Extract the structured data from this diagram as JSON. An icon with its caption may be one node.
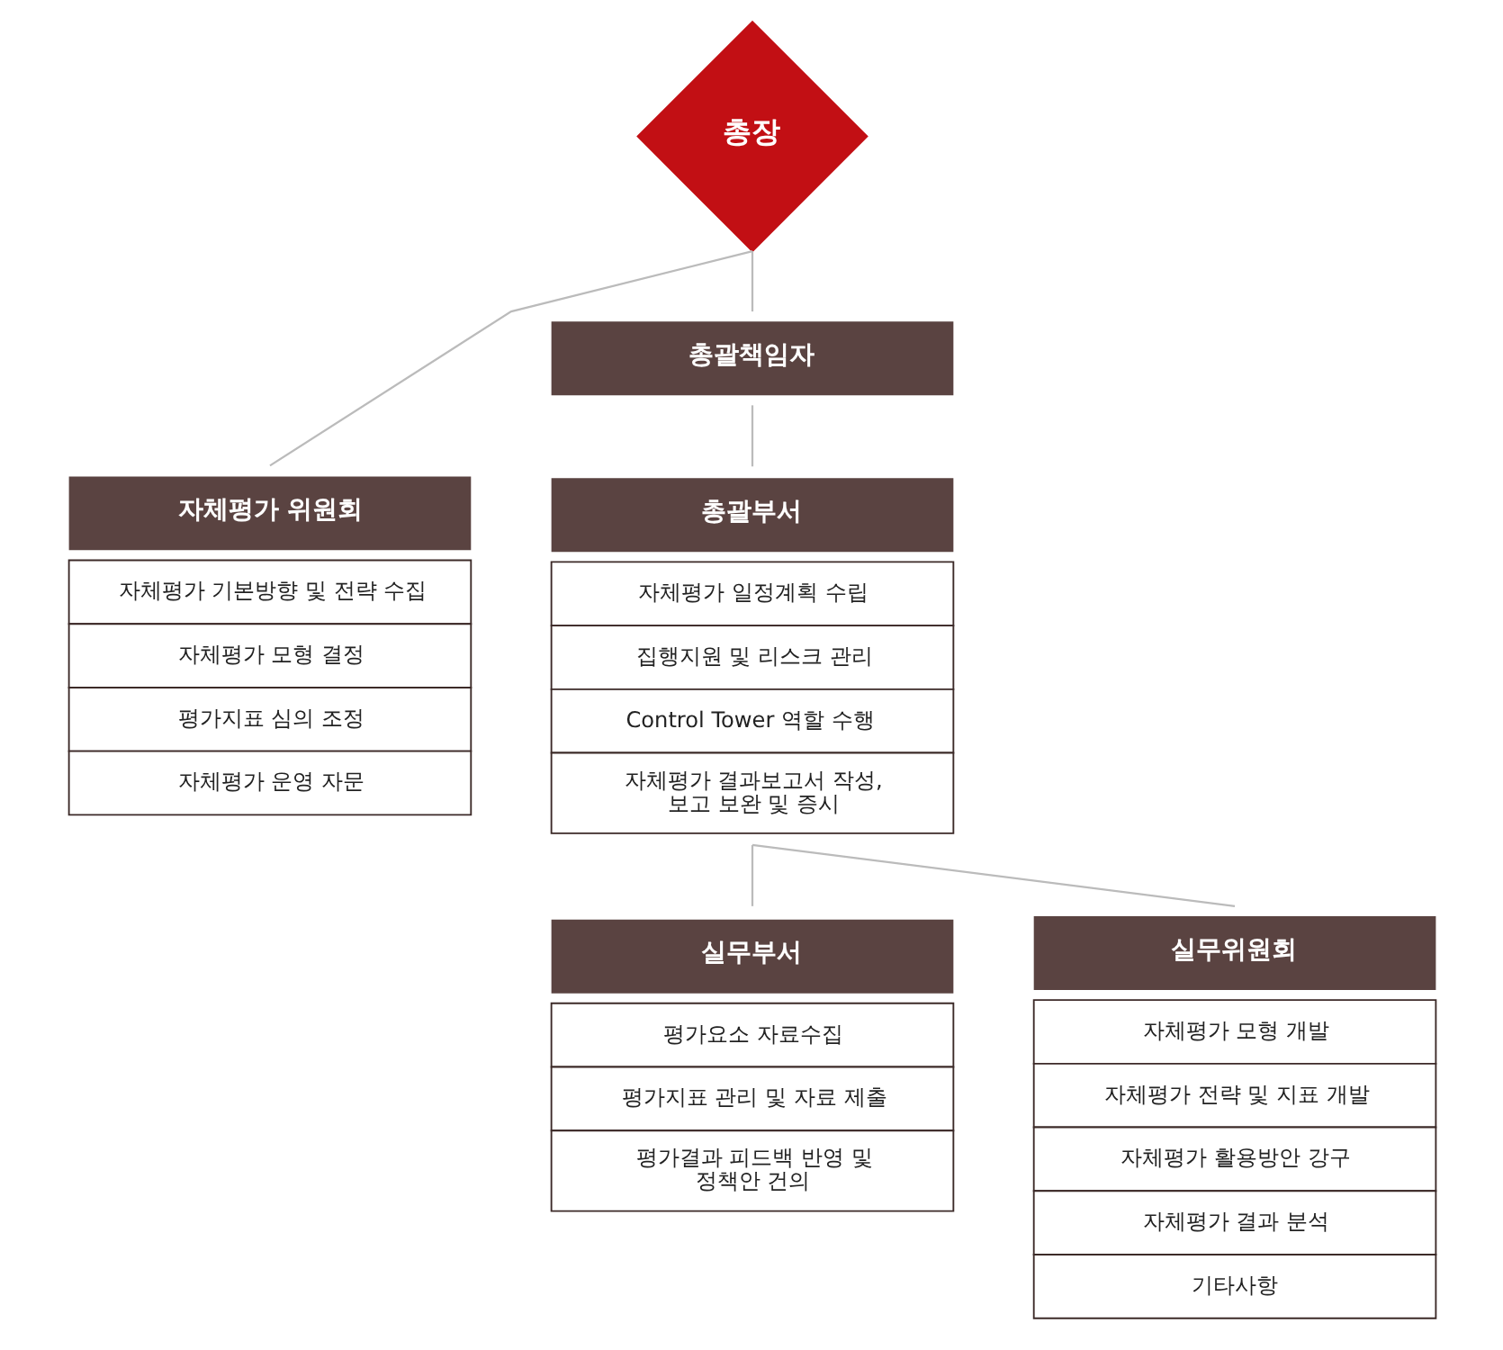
{
  "diagram": {
    "nodes": [
      {
        "text": [
          "총장"
        ]
      },
      {
        "text": [
          "자체평가 위원회",
          "자체평가 기본방향 및 전략 수집",
          "자체평가 모형 결정",
          "평가지표 심의 조정",
          "자체평가 운영 자문"
        ]
      },
      {
        "text": [
          "총괄책임자"
        ]
      },
      {
        "text": [
          "총괄부서",
          "자체평가 일정계획 수립",
          "집행지원 및 리스크 관리",
          "Control Tower 역할 수행",
          "자체평가 결과보고서 작성, 보고 보완 및 증시"
        ]
      },
      {
        "text": [
          "실무부서",
          "평가요소 자료수집",
          "평가지표 관리 및 자료 제출",
          "평가결과 피드백 반영 및 정책안 건의"
        ]
      },
      {
        "text": [
          "실무위원회",
          "자체평가 모형 개발",
          "자체평가 전략 및 지표 개발",
          "자체평가 활용방안 강구",
          "자체평가 결과 분석",
          "기타사항"
        ]
      }
    ],
    "edges": [
      {
        "from": 0,
        "to": 1,
        "arrow": "none"
      },
      {
        "from": 0,
        "to": 2,
        "arrow": "none"
      },
      {
        "from": 2,
        "to": 3,
        "arrow": "none"
      },
      {
        "from": 3,
        "to": 4,
        "arrow": "none"
      },
      {
        "from": 3,
        "to": 5,
        "arrow": "none"
      }
    ]
  }
}
